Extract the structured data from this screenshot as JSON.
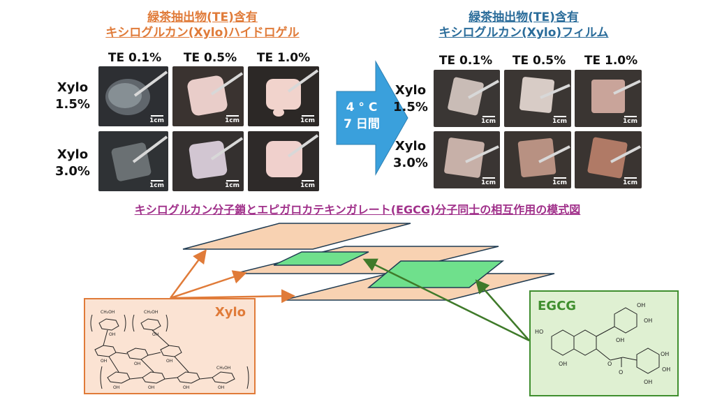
{
  "hydrogel": {
    "title_line1": "緑茶抽出物(TE)含有",
    "title_line2": "キシログルカン(Xylo)ハイドロゲル",
    "columns": [
      "TE 0.1%",
      "TE 0.5%",
      "TE 1.0%"
    ],
    "rows": [
      {
        "line1": "Xylo",
        "line2": "1.5%"
      },
      {
        "line1": "Xylo",
        "line2": "3.0%"
      }
    ]
  },
  "film": {
    "title_line1": "緑茶抽出物(TE)含有",
    "title_line2": "キシログルカン(Xylo)フィルム",
    "columns": [
      "TE 0.1%",
      "TE 0.5%",
      "TE 1.0%"
    ],
    "rows": [
      {
        "line1": "Xylo",
        "line2": "1.5%"
      },
      {
        "line1": "Xylo",
        "line2": "3.0%"
      }
    ]
  },
  "scale_label": "1cm",
  "process": {
    "line1": "4 ° C",
    "line2": "7 日間"
  },
  "model_title": "キシログルカン分子鎖とエピガロカテキンガレート(EGCG)分子同士の相互作用の模式図",
  "xylo_box": {
    "label": "Xylo"
  },
  "egcg_box": {
    "label": "EGCG"
  },
  "colors": {
    "orange": "#e07b39",
    "blue": "#2a6c9a",
    "purple": "#a0308a",
    "arrow_blue": "#3aa0dc",
    "sheet_fill": "#f8d2b2",
    "sheet_border": "#1f3b52",
    "egcg_sheet": "#6fe08c",
    "xylo_box_fill": "#fbe3d3",
    "egcg_box_fill": "#dff0d2",
    "egcg_green": "#3f8e2e"
  }
}
